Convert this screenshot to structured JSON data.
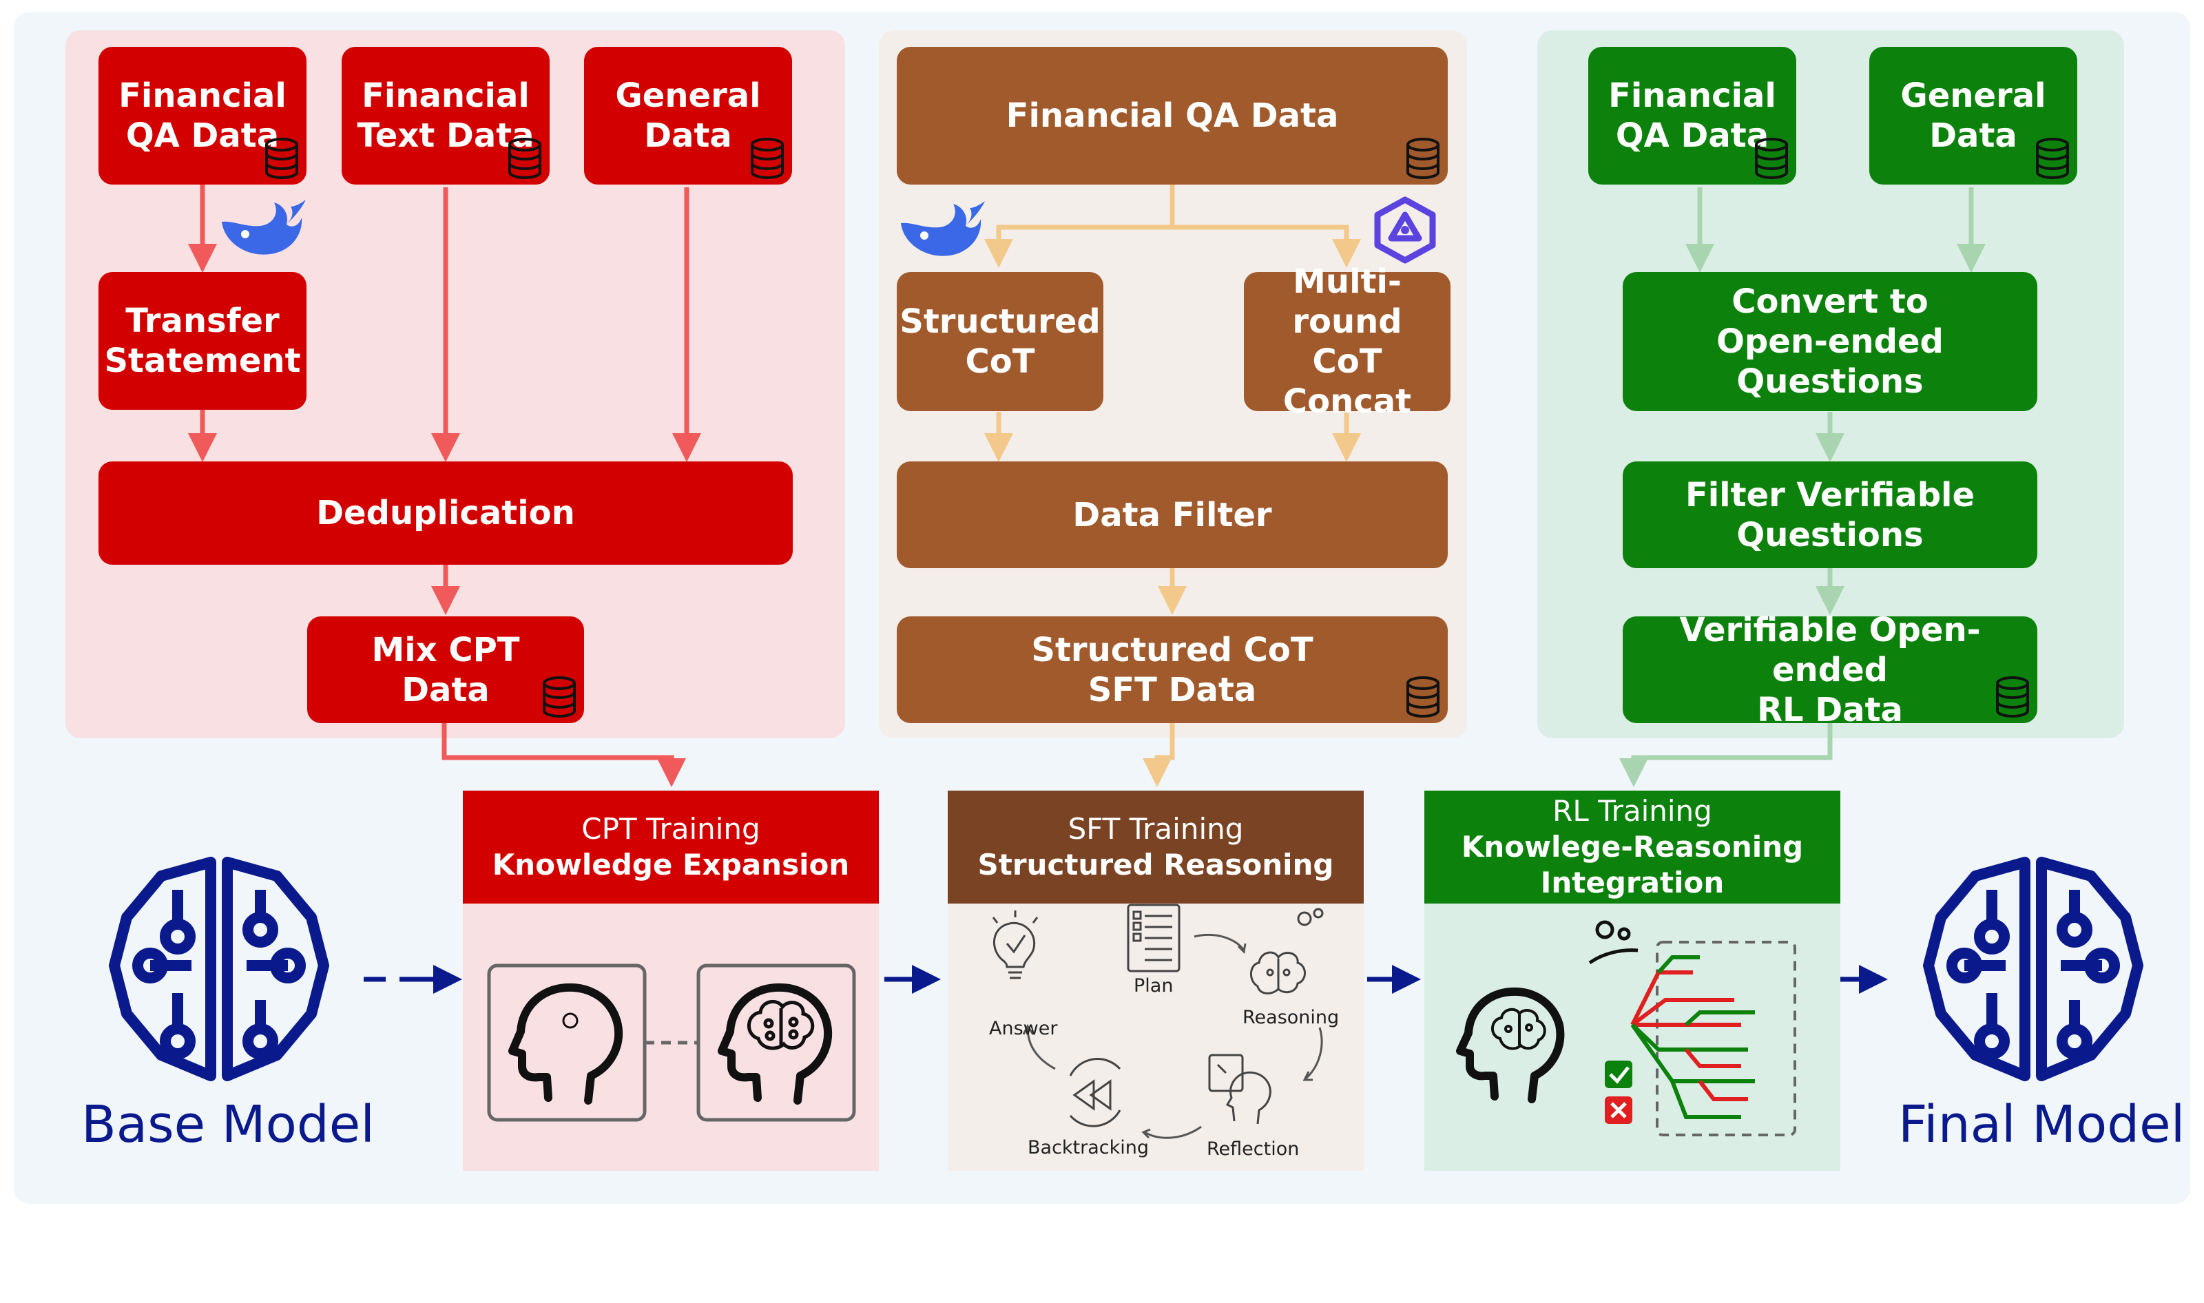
{
  "cpt_panel": {
    "financial_qa": "Financial\nQA Data",
    "financial_text": "Financial\nText Data",
    "general": "General\nData",
    "transfer": "Transfer\nStatement",
    "dedup": "Deduplication",
    "mix": "Mix CPT\nData"
  },
  "sft_panel": {
    "financial_qa": "Financial QA Data",
    "structured_cot": "Structured\nCoT",
    "multi_round": "Multi-round\nCoT Concat",
    "filter": "Data Filter",
    "sft_data": "Structured CoT\nSFT Data"
  },
  "rl_panel": {
    "financial_qa": "Financial\nQA Data",
    "general": "General\nData",
    "convert": "Convert to\nOpen-ended Questions",
    "filter": "Filter Verifiable\nQuestions",
    "rl_data": "Verifiable Open-ended\nRL Data"
  },
  "stages": {
    "cpt": {
      "title": "CPT Training",
      "subtitle": "Knowledge Expansion"
    },
    "sft": {
      "title": "SFT Training",
      "subtitle": "Structured Reasoning"
    },
    "rl": {
      "title": "RL Training",
      "subtitle": "Knowlege-Reasoning\nIntegration"
    }
  },
  "sft_cycle": {
    "plan": "Plan",
    "reasoning": "Reasoning",
    "reflection": "Reflection",
    "backtracking": "Backtracking",
    "answer": "Answer"
  },
  "models": {
    "base": "Base Model",
    "final": "Final Model"
  },
  "icons": [
    "database-icon",
    "whale-logo-icon",
    "star-logo-icon",
    "brain-circuit-icon",
    "head-icon",
    "lightbulb-icon",
    "checklist-icon",
    "gears-icon",
    "check-icon",
    "cross-icon"
  ],
  "colors": {
    "red": "#d30000",
    "red_arrow": "#f05a5a",
    "red_panel": "#f9e0e3",
    "brown": "#a05a2c",
    "brown_dark": "#7a4424",
    "brown_arrow": "#f2c98a",
    "brown_panel": "#f4eeea",
    "green": "#0c820c",
    "green_arrow": "#a8d5b0",
    "green_panel": "#dbeee6",
    "navy": "#0a1a8c"
  }
}
